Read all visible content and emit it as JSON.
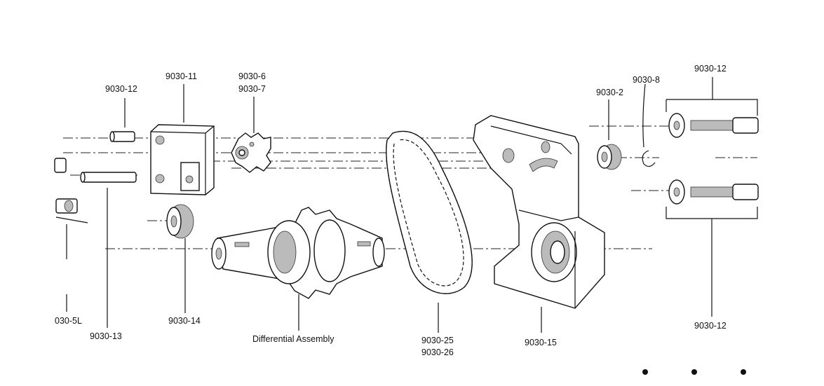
{
  "labels": {
    "p_9030_12_left": "9030-12",
    "p_9030_11": "9030-11",
    "p_9030_6": "9030-6",
    "p_9030_7": "9030-7",
    "p_9030_2": "9030-2",
    "p_9030_8": "9030-8",
    "p_9030_12_top_right": "9030-12",
    "p_030_5l": "030-5L",
    "p_9030_13": "9030-13",
    "p_9030_14": "9030-14",
    "differential": "Differential Assembly",
    "p_9030_25": "9030-25",
    "p_9030_26": "9030-26",
    "p_9030_15": "9030-15",
    "p_9030_12_bottom_right": "9030-12"
  }
}
